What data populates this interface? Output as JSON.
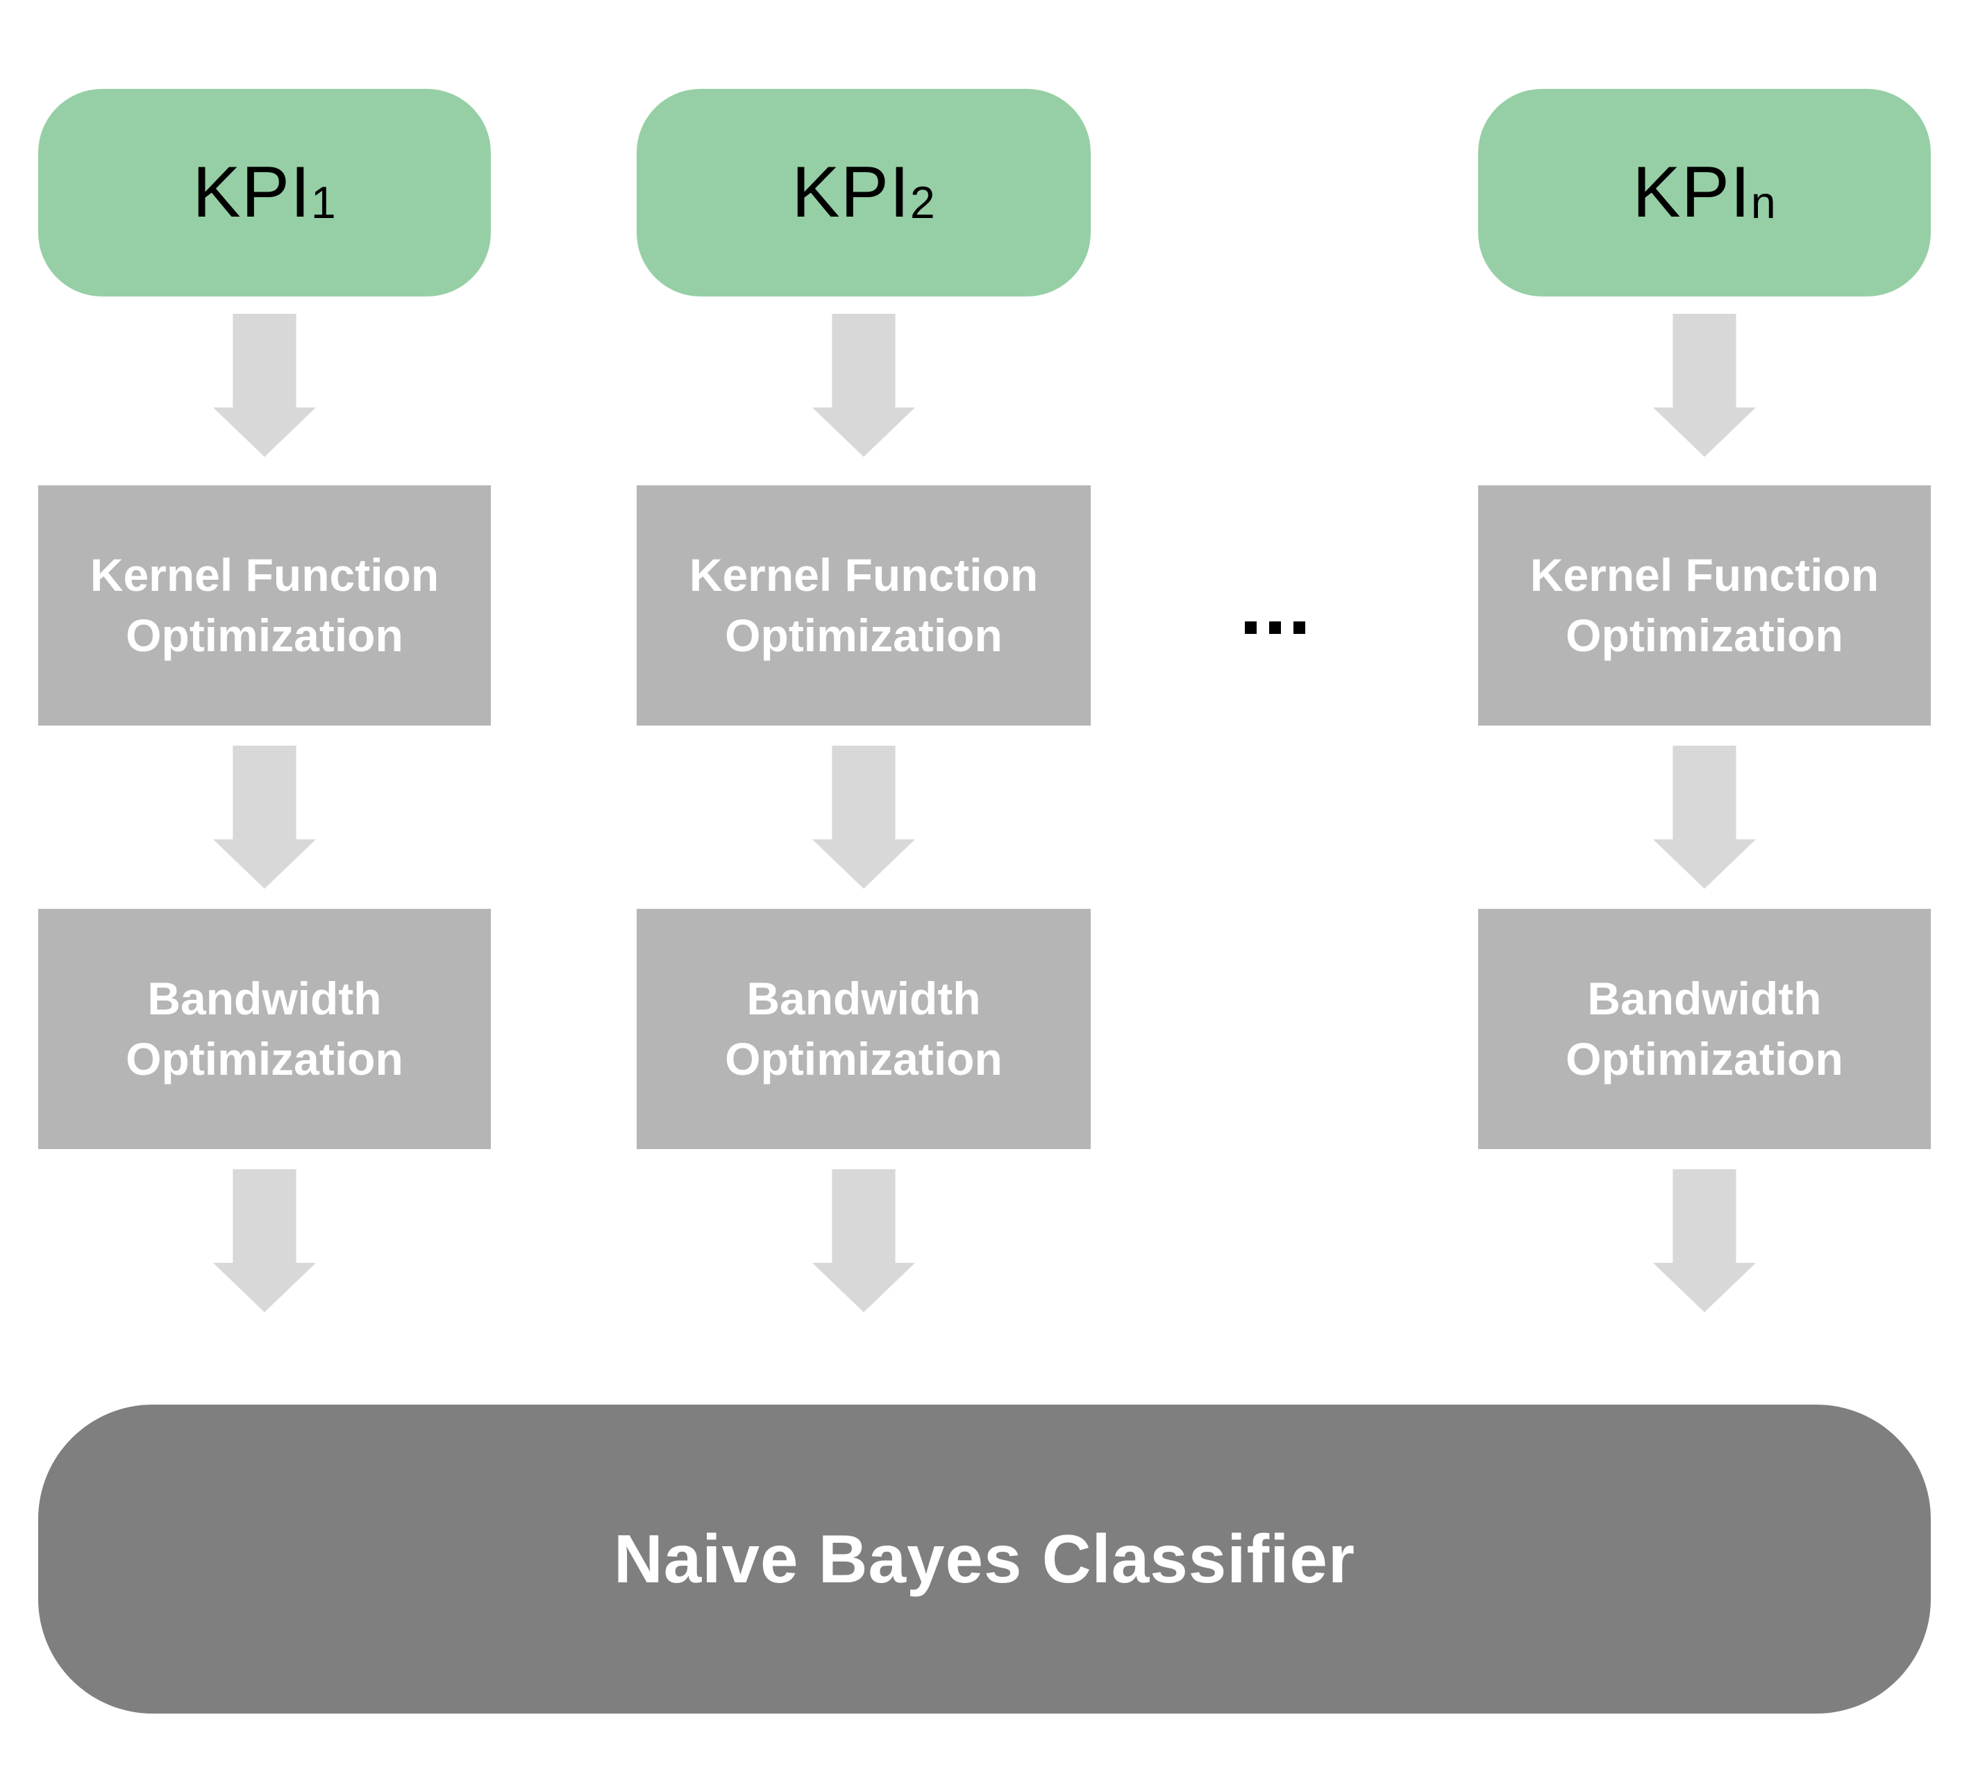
{
  "diagram": {
    "columns": [
      {
        "kpi_label": "KPI",
        "kpi_subscript": "1",
        "kernel_line1": "Kernel Function",
        "kernel_line2": "Optimization",
        "bandwidth_line1": "Bandwidth",
        "bandwidth_line2": "Optimization"
      },
      {
        "kpi_label": "KPI",
        "kpi_subscript": "2",
        "kernel_line1": "Kernel Function",
        "kernel_line2": "Optimization",
        "bandwidth_line1": "Bandwidth",
        "bandwidth_line2": "Optimization"
      },
      {
        "kpi_label": "KPI",
        "kpi_subscript": "n",
        "kernel_line1": "Kernel Function",
        "kernel_line2": "Optimization",
        "bandwidth_line1": "Bandwidth",
        "bandwidth_line2": "Optimization"
      }
    ],
    "ellipsis": "...",
    "output_label": "Naive Bayes Classifier",
    "colors": {
      "kpi_green": "#96cfa5",
      "step_gray": "#b5b5b5",
      "arrow_gray": "#d8d8d8",
      "output_gray": "#7f7f7f"
    }
  }
}
